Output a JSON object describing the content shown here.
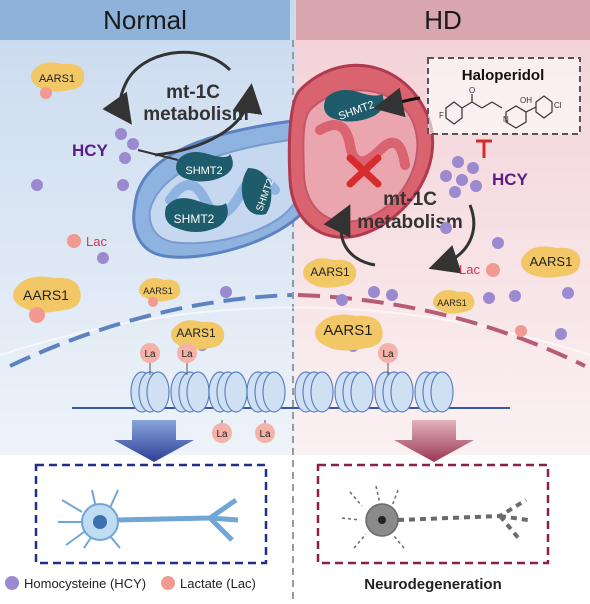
{
  "panels": {
    "left_title": "Normal",
    "right_title": "HD"
  },
  "left": {
    "aars1_top": "AARS1",
    "aars1_mid": "AARS1",
    "aars1_small": "AARS1",
    "aars1_chromatin": "AARS1",
    "hcy": "HCY",
    "lac": "Lac",
    "cycle_line1": "mt-1C",
    "cycle_line2": "metabolism",
    "shmt2_a": "SHMT2",
    "shmt2_b": "SHMT2",
    "shmt2_c": "SHMT2"
  },
  "right": {
    "drug": "Haloperidol",
    "drug_oh": "OH",
    "drug_f": "F",
    "drug_cl": "Cl",
    "drug_o": "O",
    "drug_n": "N",
    "shmt2": "SHMT2",
    "hcy": "HCY",
    "cycle_line1": "mt-1C",
    "cycle_line2": "metabolism",
    "aars1_a": "AARS1",
    "aars1_b": "AARS1",
    "aars1_c": "AARS1",
    "aars1_chromatin": "AARS1",
    "lac": "Lac"
  },
  "chromatin": {
    "la_labels": [
      "La",
      "La",
      "La",
      "La",
      "La"
    ]
  },
  "legend": {
    "homocysteine": "Homocysteine (HCY)",
    "lactate": "Lactate (Lac)",
    "outcome": "Neurodegeneration"
  },
  "colors": {
    "left_bg": "#dbe6f3",
    "right_bg": "#f6e3e6",
    "left_header": "#8fb2da",
    "right_header": "#d9a5ae",
    "mito_left": "#8fb3e0",
    "mito_right": "#d9636f",
    "shmt2": "#1f5c6b",
    "aars1": "#f2c867",
    "hcy_dot": "#9b8ad0",
    "lac_dot": "#f29a8f",
    "hcy_text": "#5a1d8a",
    "normal_box": "#1f2f8a",
    "hd_box": "#8a1f4a",
    "arrow_blue": "#3a58a8",
    "arrow_red": "#b25068",
    "inhibit_red": "#d72c2c"
  }
}
